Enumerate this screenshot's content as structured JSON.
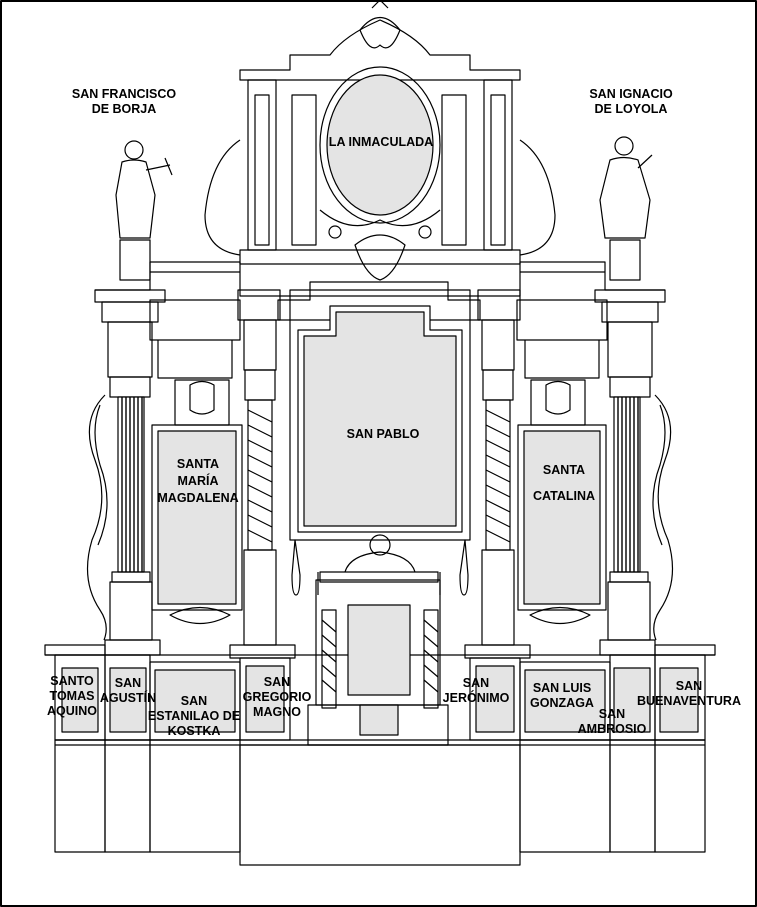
{
  "diagram": {
    "panel_fill": "#e4e4e4",
    "line_color": "#000000",
    "labels": {
      "san_francisco_de_borja": [
        "SAN FRANCISCO",
        "DE BORJA"
      ],
      "san_ignacio_de_loyola": [
        "SAN IGNACIO",
        "DE LOYOLA"
      ],
      "la_inmaculada": [
        "LA INMACULADA"
      ],
      "san_pablo": [
        "SAN PABLO"
      ],
      "santa_maria_magdalena": [
        "SANTA",
        "MARÍA",
        "MAGDALENA"
      ],
      "santa_catalina": [
        "SANTA",
        "CATALINA"
      ],
      "santo_tomas_aquino": [
        "SANTO",
        "TOMAS",
        "AQUINO"
      ],
      "san_agustin": [
        "SAN",
        "AGUSTÍN"
      ],
      "san_estanislao_de_kostka": [
        "SAN",
        "ESTANILAO DE",
        "KOSTKA"
      ],
      "san_gregorio_magno": [
        "SAN",
        "GREGORIO",
        "MAGNO"
      ],
      "san_jeronimo": [
        "SAN",
        "JERÓNIMO"
      ],
      "san_luis_gonzaga": [
        "SAN LUIS",
        "GONZAGA"
      ],
      "san_ambrosio": [
        "SAN",
        "AMBROSIO"
      ],
      "san_buenaventura": [
        "SAN",
        "BUENAVENTURA"
      ]
    }
  }
}
